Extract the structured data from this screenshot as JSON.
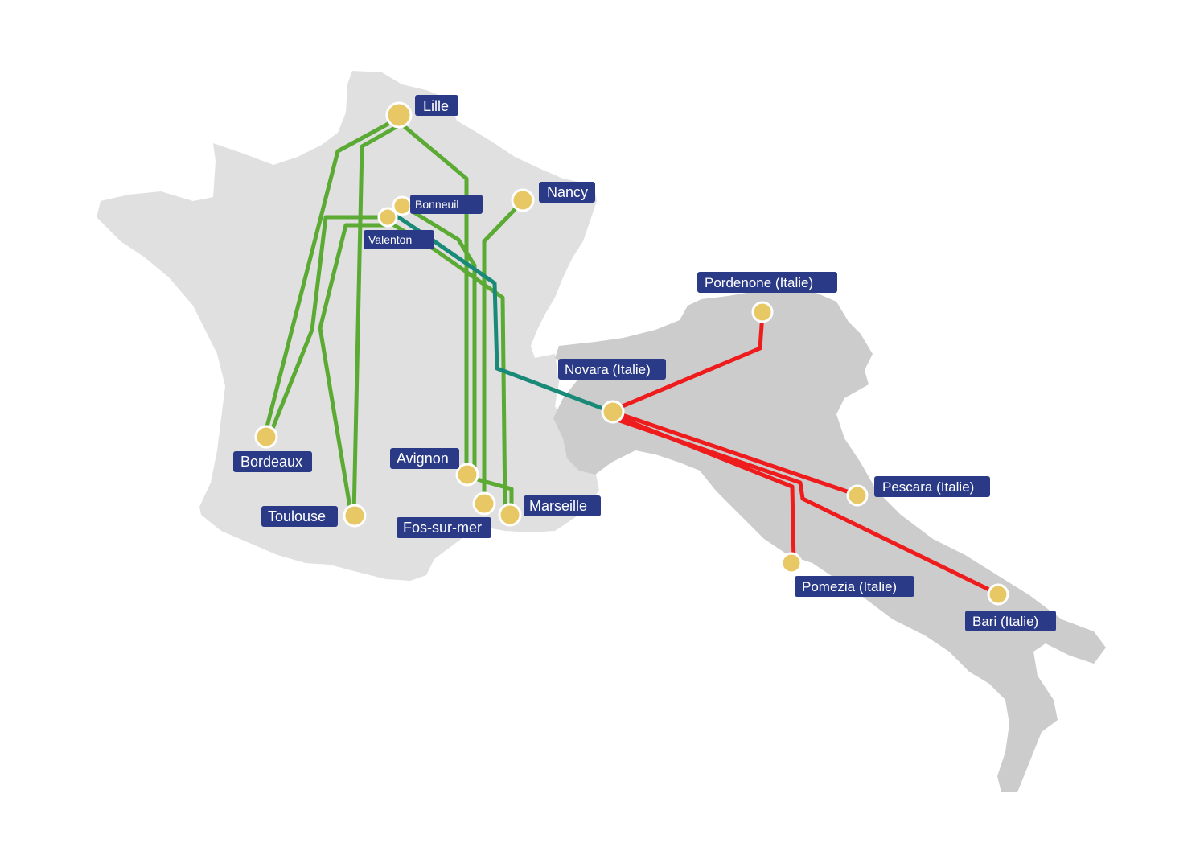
{
  "colors": {
    "label_bg": "#2b3a86",
    "node_fill": "#e8c865",
    "route_france": "#5aaa33",
    "route_france_italy": "#1a8a78",
    "route_italy": "#ee1c1c",
    "land_france": "#e0e0e0",
    "land_italy": "#cccccc"
  },
  "cities": {
    "lille": "Lille",
    "bonneuil": "Bonneuil",
    "valenton": "Valenton",
    "nancy": "Nancy",
    "bordeaux": "Bordeaux",
    "toulouse": "Toulouse",
    "avignon": "Avignon",
    "fos": "Fos-sur-mer",
    "marseille": "Marseille",
    "novara": "Novara (Italie)",
    "pordenone": "Pordenone (Italie)",
    "pescara": "Pescara (Italie)",
    "pomezia": "Pomezia (Italie)",
    "bari": "Bari (Italie)"
  },
  "routes": [
    {
      "from": "Lille",
      "to": "Bordeaux",
      "color": "green"
    },
    {
      "from": "Lille",
      "to": "Toulouse",
      "color": "green"
    },
    {
      "from": "Lille",
      "to": "Avignon",
      "color": "green"
    },
    {
      "from": "Valenton",
      "to": "Bordeaux",
      "color": "green"
    },
    {
      "from": "Valenton",
      "to": "Toulouse",
      "color": "green"
    },
    {
      "from": "Valenton",
      "to": "Marseille",
      "color": "green"
    },
    {
      "from": "Bonneuil",
      "to": "Marseille",
      "color": "green"
    },
    {
      "from": "Nancy",
      "to": "Fos-sur-mer",
      "color": "green"
    },
    {
      "from": "Valenton",
      "to": "Novara (Italie)",
      "color": "teal"
    },
    {
      "from": "Novara (Italie)",
      "to": "Pordenone (Italie)",
      "color": "red"
    },
    {
      "from": "Novara (Italie)",
      "to": "Pescara (Italie)",
      "color": "red"
    },
    {
      "from": "Novara (Italie)",
      "to": "Pomezia (Italie)",
      "color": "red"
    },
    {
      "from": "Novara (Italie)",
      "to": "Bari (Italie)",
      "color": "red"
    }
  ]
}
